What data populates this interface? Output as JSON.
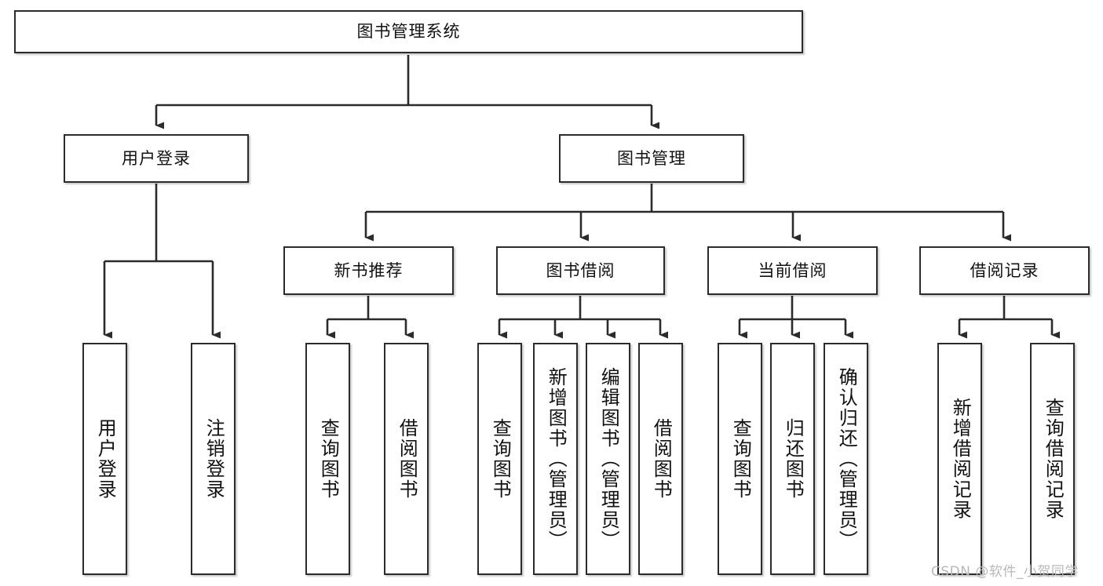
{
  "diagram": {
    "title": "图书管理系统",
    "type": "tree-hierarchy",
    "watermark": "CSDN @软件_小贺同学",
    "colors": {
      "background": "#ffffff",
      "box_border": "#2b2b2b",
      "box_fill": "#ffffff",
      "edge": "#2b2b2b",
      "text": "#111111",
      "watermark": "#b9b9b9"
    },
    "root": {
      "label": "图书管理系统"
    },
    "level1": [
      {
        "label": "用户登录"
      },
      {
        "label": "图书管理"
      }
    ],
    "level2": [
      {
        "label": "新书推荐"
      },
      {
        "label": "图书借阅"
      },
      {
        "label": "当前借阅"
      },
      {
        "label": "借阅记录"
      }
    ],
    "leaves": {
      "user_login": [
        {
          "label": "用户登录"
        },
        {
          "label": "注销登录"
        }
      ],
      "new_book_recommend": [
        {
          "label": "查询图书"
        },
        {
          "label": "借阅图书"
        }
      ],
      "book_borrow": [
        {
          "label": "查询图书"
        },
        {
          "label": "新增图书（管理员）"
        },
        {
          "label": "编辑图书（管理员）"
        },
        {
          "label": "借阅图书"
        }
      ],
      "current_borrow": [
        {
          "label": "查询图书"
        },
        {
          "label": "归还图书"
        },
        {
          "label": "确认归还（管理员）"
        }
      ],
      "borrow_record": [
        {
          "label": "新增借阅记录"
        },
        {
          "label": "查询借阅记录"
        }
      ]
    }
  }
}
